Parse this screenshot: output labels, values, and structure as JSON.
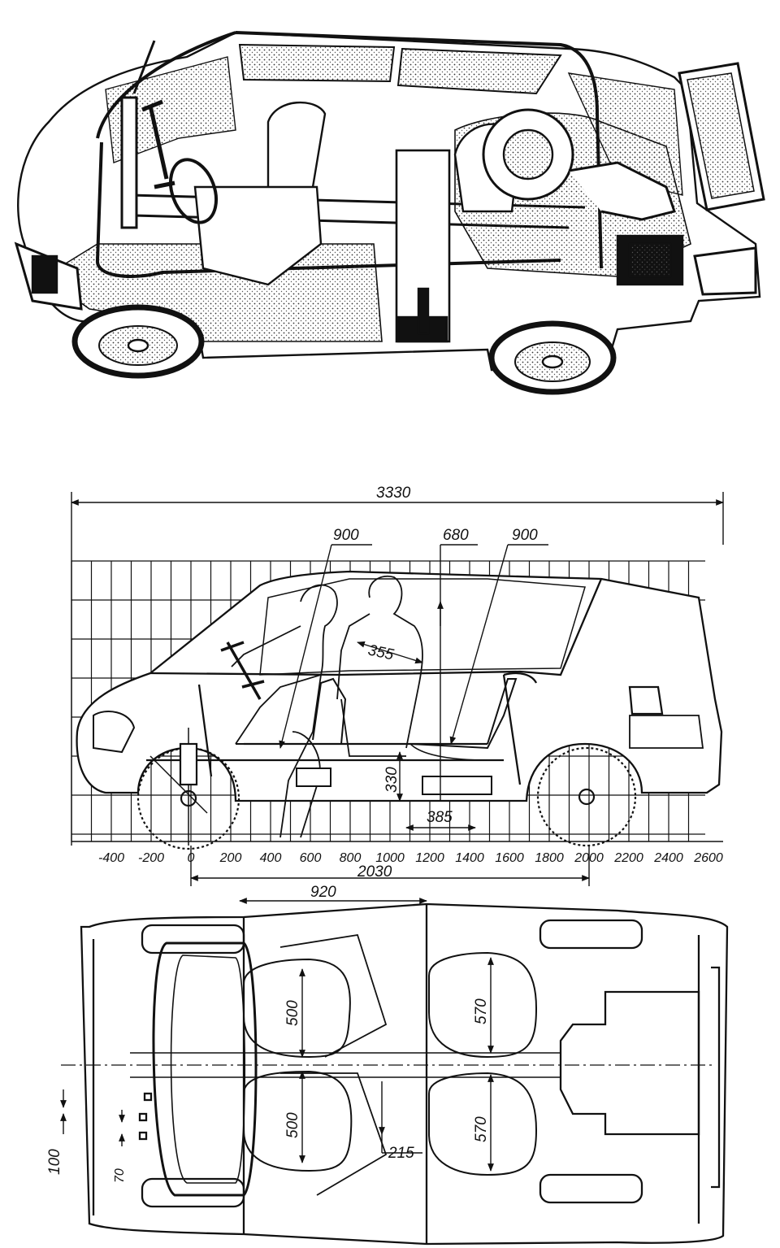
{
  "dimensions": {
    "overall_length": "3330",
    "headroom_front": "900",
    "headroom_rear_gap": "680",
    "headroom_rear": "900",
    "seatback_distance": "355",
    "seat_height": "330",
    "rear_seat_depth": "385",
    "wheelbase": "2030",
    "front_seat_travel": "920",
    "front_seat_width_left": "500",
    "front_seat_width_right": "500",
    "rear_seat_width_left": "570",
    "rear_seat_width_right": "570",
    "pedal_offset": "215",
    "pedal_spacing_a": "100",
    "pedal_spacing_b": "70"
  },
  "scale_ticks": [
    "-400",
    "-200",
    "0",
    "200",
    "400",
    "600",
    "800",
    "1000",
    "1200",
    "1400",
    "1600",
    "1800",
    "2000",
    "2200",
    "2400",
    "2600"
  ],
  "colors": {
    "ink": "#111111",
    "paper": "#ffffff",
    "stipple": "#9a9a9a"
  }
}
